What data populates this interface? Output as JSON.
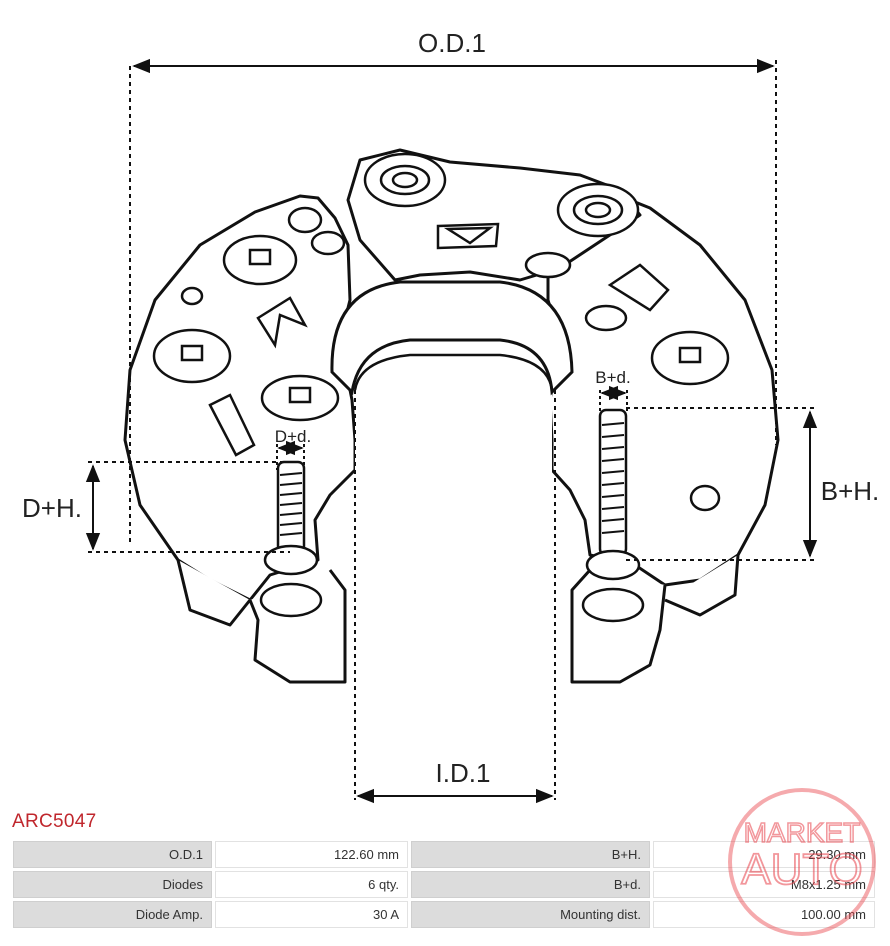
{
  "dimensions": {
    "od1": "O.D.1",
    "id1": "I.D.1",
    "dh": "D+H.",
    "dd": "D+d.",
    "bh": "B+H.",
    "bd": "B+d."
  },
  "product": {
    "code": "ARC5047"
  },
  "specs": [
    [
      {
        "label": "O.D.1",
        "value": "122.60 mm"
      },
      {
        "label": "B+H.",
        "value": "29.30 mm"
      }
    ],
    [
      {
        "label": "Diodes",
        "value": "6 qty."
      },
      {
        "label": "B+d.",
        "value": "M8x1.25 mm"
      }
    ],
    [
      {
        "label": "Diode Amp.",
        "value": "30 A"
      },
      {
        "label": "Mounting dist.",
        "value": "100.00 mm"
      }
    ]
  ],
  "watermark": {
    "line1": "MARKET",
    "line2": "AUTO",
    "color": "#e8424a"
  },
  "colors": {
    "code": "#c0272d",
    "label_bg": "#dcdcdc"
  }
}
